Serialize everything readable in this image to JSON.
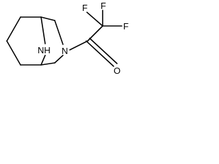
{
  "molecule": {
    "atoms": {
      "bridge_nh": "NH",
      "ring_n": "N",
      "carbonyl_o": "O",
      "fluorine_1": "F",
      "fluorine_2": "F",
      "fluorine_3": "F"
    },
    "colors": {
      "bond": "#000000",
      "label": "#000000",
      "background": "#ffffff"
    }
  }
}
